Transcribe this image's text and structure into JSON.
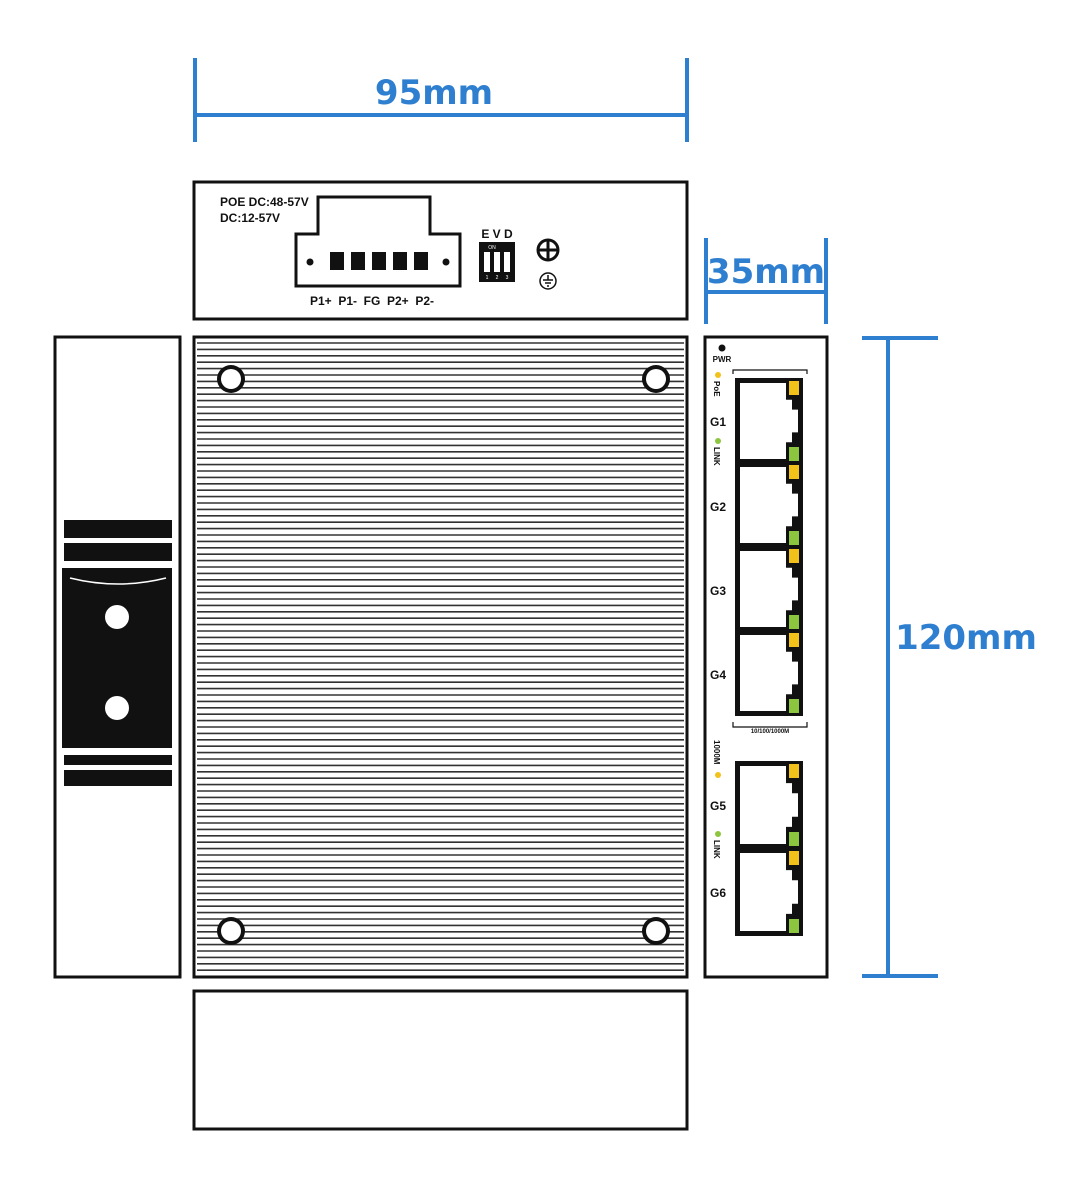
{
  "colors": {
    "dimension": "#2f7fd0",
    "outline": "#111111",
    "fin": "#333333",
    "poe_led": "#f2c21a",
    "link_led": "#8cc63f"
  },
  "dimensions": {
    "width": "95mm",
    "depth": "35mm",
    "height": "120mm"
  },
  "top_panel": {
    "power_line1": "POE DC:48-57V",
    "power_line2": "DC:12-57V",
    "terminal_labels": "P1+  P1-  FG  P2+  P2-",
    "dip_label": "E V D",
    "dip_on": "ON",
    "dip_numbers": [
      "1",
      "2",
      "3"
    ],
    "ground_icon": "ground-icon"
  },
  "front_panel": {
    "pwr": "PWR",
    "poe": "PoE",
    "link": "LINK",
    "ports_group1": [
      "G1",
      "G2",
      "G3",
      "G4"
    ],
    "speed_label": "10/100/1000M",
    "fiber_speed": "1000M",
    "ports_group2": [
      "G5",
      "G6"
    ]
  }
}
